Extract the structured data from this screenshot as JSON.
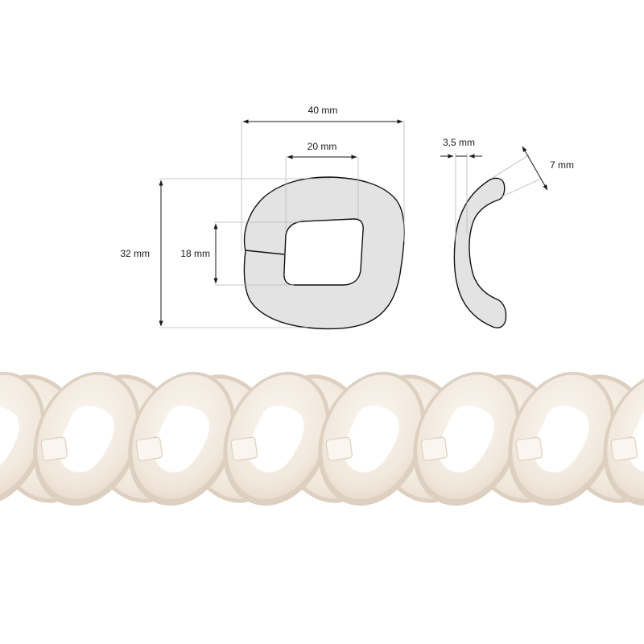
{
  "dimensions": {
    "outer_width": "40 mm",
    "inner_width": "20 mm",
    "outer_height": "32 mm",
    "inner_height": "18 mm",
    "thickness": "3,5 mm",
    "depth": "7 mm"
  },
  "colors": {
    "part_fill": "#e3e3e3",
    "outline": "#111111",
    "chain_base": "#f2e9de",
    "chain_shadow": "#ddd0c1",
    "chain_highlight": "#faf5ef"
  },
  "chain": {
    "link_count": 7
  }
}
